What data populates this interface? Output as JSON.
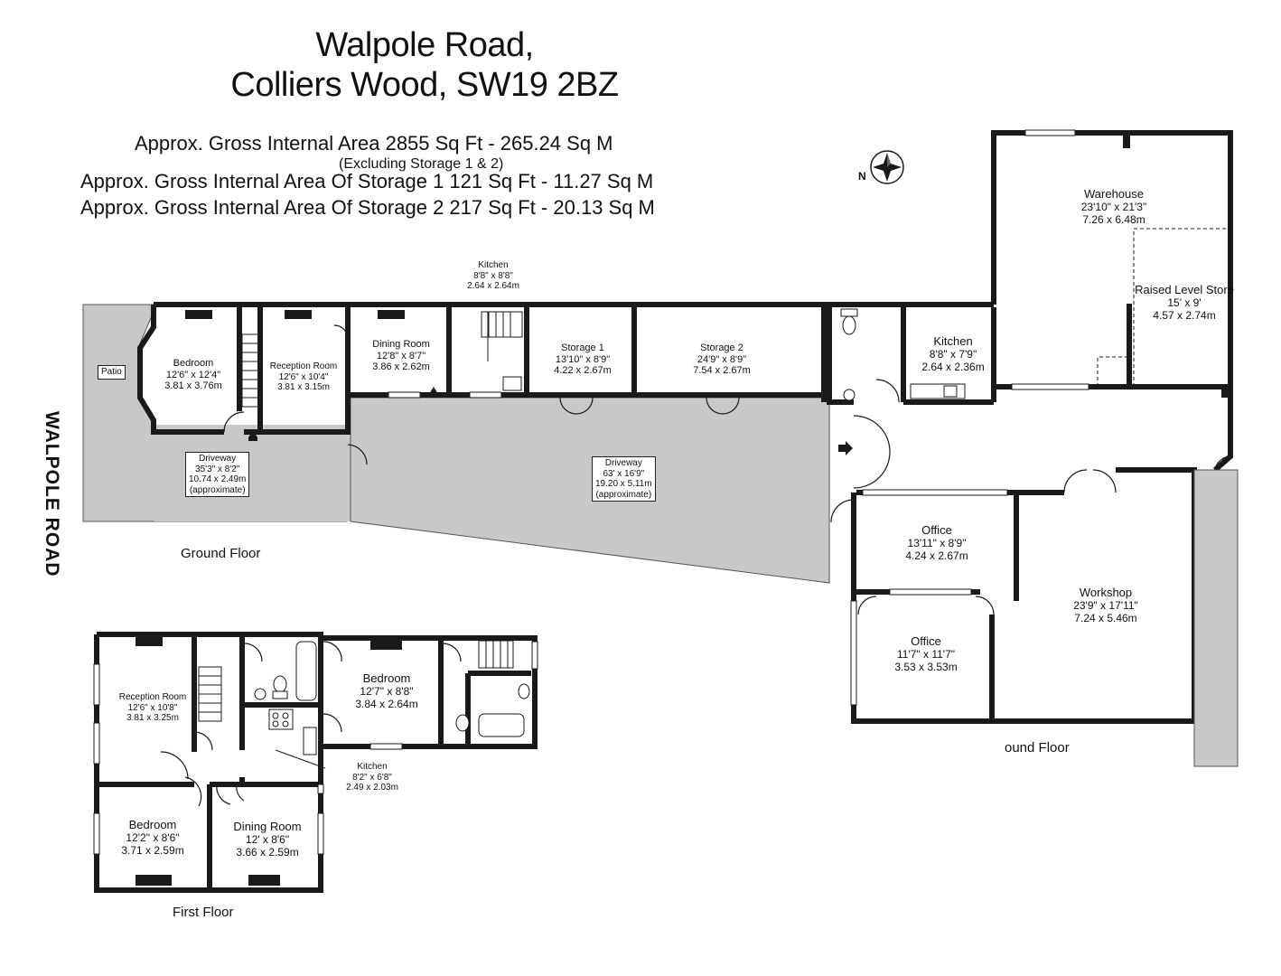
{
  "header": {
    "title_line1": "Walpole Road,",
    "title_line2": "Colliers Wood, SW19 2BZ",
    "area_main": "Approx. Gross Internal Area   2855 Sq Ft  -  265.24 Sq M",
    "area_note": "(Excluding Storage 1 & 2)",
    "area_storage1": "Approx. Gross Internal Area Of Storage 1  121 Sq Ft  -  11.27 Sq M",
    "area_storage2": "Approx. Gross Internal Area Of Storage 2  217 Sq Ft  -  20.13 Sq M"
  },
  "compass": {
    "label": "N"
  },
  "road_name": "WALPOLE ROAD",
  "floors": {
    "ground": "Ground Floor",
    "ground_partial": "ound Floor",
    "first": "First Floor"
  },
  "rooms": {
    "patio": {
      "name": "Patio"
    },
    "gf_bedroom": {
      "name": "Bedroom",
      "imperial": "12'6\" x 12'4\"",
      "metric": "3.81 x 3.76m"
    },
    "gf_reception": {
      "name": "Reception Room",
      "imperial": "12'6\" x 10'4\"",
      "metric": "3.81 x 3.15m"
    },
    "gf_dining": {
      "name": "Dining Room",
      "imperial": "12'8\" x 8'7\"",
      "metric": "3.86 x 2.62m"
    },
    "gf_kitchen": {
      "name": "Kitchen",
      "imperial": "8'8\" x 8'8\"",
      "metric": "2.64 x 2.64m"
    },
    "storage1": {
      "name": "Storage 1",
      "imperial": "13'10\" x 8'9\"",
      "metric": "4.22 x 2.67m"
    },
    "storage2": {
      "name": "Storage 2",
      "imperial": "24'9\" x 8'9\"",
      "metric": "7.54 x 2.67m"
    },
    "driveway1": {
      "name": "Driveway",
      "imperial": "35'3\" x 8'2\"",
      "metric": "10.74 x 2.49m",
      "note": "(approximate)"
    },
    "driveway2": {
      "name": "Driveway",
      "imperial": "63' x 16'9\"",
      "metric": "19.20 x 5.11m",
      "note": "(approximate)"
    },
    "rear_kitchen": {
      "name": "Kitchen",
      "imperial": "8'8\" x 7'9\"",
      "metric": "2.64 x 2.36m"
    },
    "warehouse": {
      "name": "Warehouse",
      "imperial": "23'10\" x 21'3\"",
      "metric": "7.26 x 6.48m"
    },
    "raised_store": {
      "name": "Raised Level Store",
      "imperial": "15' x 9'",
      "metric": "4.57 x 2.74m"
    },
    "office1": {
      "name": "Office",
      "imperial": "13'11\" x 8'9\"",
      "metric": "4.24 x 2.67m"
    },
    "office2": {
      "name": "Office",
      "imperial": "11'7\" x 11'7\"",
      "metric": "3.53 x 3.53m"
    },
    "workshop": {
      "name": "Workshop",
      "imperial": "23'9\" x 17'11\"",
      "metric": "7.24 x 5.46m"
    },
    "ff_reception": {
      "name": "Reception Room",
      "imperial": "12'6\" x 10'8\"",
      "metric": "3.81 x 3.25m"
    },
    "ff_bedroom_large": {
      "name": "Bedroom",
      "imperial": "12'7\" x 8'8\"",
      "metric": "3.84 x 2.64m"
    },
    "ff_kitchen": {
      "name": "Kitchen",
      "imperial": "8'2\" x 6'8\"",
      "metric": "2.49 x 2.03m"
    },
    "ff_bedroom_small": {
      "name": "Bedroom",
      "imperial": "12'2\" x 8'6\"",
      "metric": "3.71 x 2.59m"
    },
    "ff_dining": {
      "name": "Dining Room",
      "imperial": "12' x 8'6\"",
      "metric": "3.66 x 2.59m"
    }
  },
  "colors": {
    "wall": "#1a1a1a",
    "driveway": "#c8c8c8",
    "patio": "#c8c8c8",
    "background": "#ffffff"
  }
}
